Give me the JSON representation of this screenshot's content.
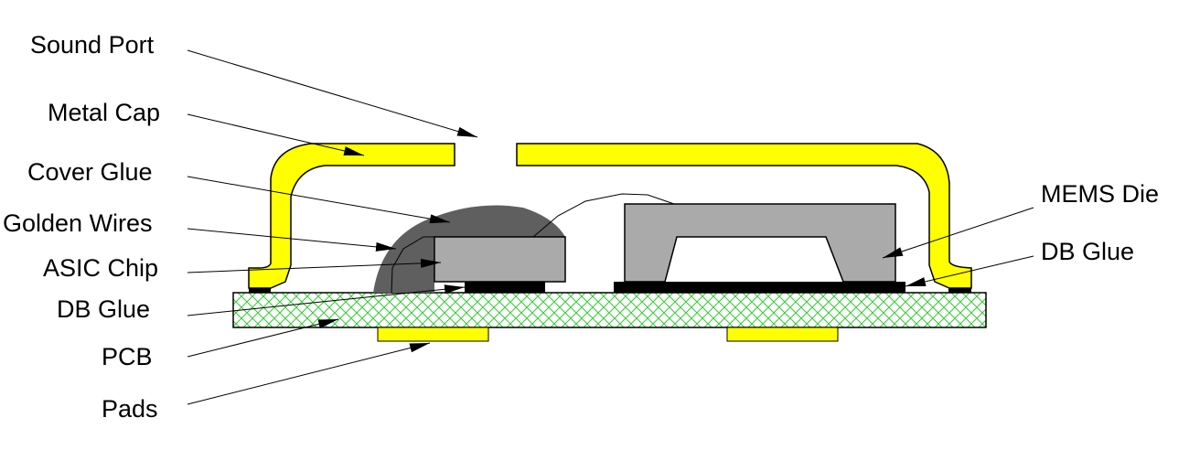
{
  "title": "MEMS microphone cross-section",
  "labels": {
    "sound_port": "Sound Port",
    "metal_cap": "Metal Cap",
    "cover_glue": "Cover Glue",
    "golden_wires": "Golden Wires",
    "asic_chip": "ASIC Chip",
    "db_glue_left": "DB Glue",
    "pcb": "PCB",
    "pads": "Pads",
    "mems_die": "MEMS Die",
    "db_glue_right": "DB Glue"
  },
  "colors": {
    "metal": "#ffff00",
    "chip": "#aaaaaa",
    "glue": "#5f5f5f",
    "db_glue": "#000000",
    "pcb_hatch": "#33cc33"
  }
}
